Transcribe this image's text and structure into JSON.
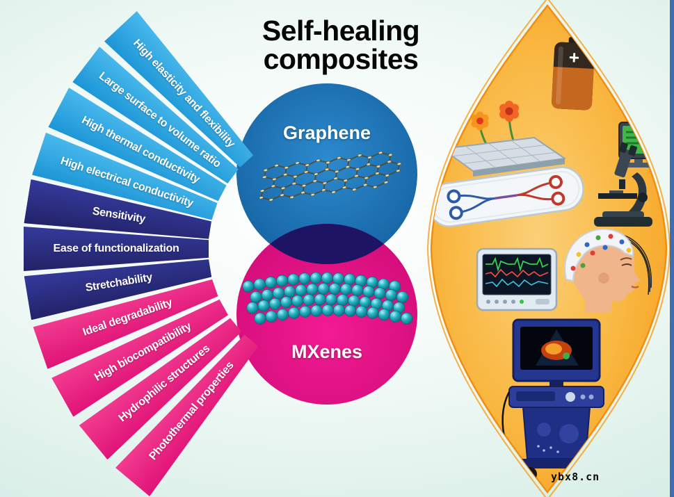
{
  "header": {
    "title_lines": [
      "Self-healing",
      "composites"
    ]
  },
  "fan": {
    "group_colors": {
      "blue": "#2ba7e1",
      "navy": "#2b2e8c",
      "pink": "#ea1d80"
    },
    "segments": [
      {
        "label": "High elasticity and flexibility",
        "group": "blue"
      },
      {
        "label": "Large surface to volume ratio",
        "group": "blue"
      },
      {
        "label": "High thermal conductivity",
        "group": "blue"
      },
      {
        "label": "High electrical conductivity",
        "group": "blue"
      },
      {
        "label": "Sensitivity",
        "group": "navy"
      },
      {
        "label": "Ease of functionalization",
        "group": "navy"
      },
      {
        "label": "Stretchability",
        "group": "navy"
      },
      {
        "label": "Ideal degradability",
        "group": "pink"
      },
      {
        "label": "High biocompatibility",
        "group": "pink"
      },
      {
        "label": "Hydrophilic structures",
        "group": "pink"
      },
      {
        "label": "Photothermal properties",
        "group": "pink"
      }
    ]
  },
  "venn": {
    "top_label": "Graphene",
    "bottom_label": "MXenes",
    "top_color": "#1b75bc",
    "bottom_color": "#ec0f8a",
    "overlap_color": "#1d1563"
  },
  "applications": {
    "panel_color": "#f9b942",
    "icons": [
      {
        "name": "battery-icon"
      },
      {
        "name": "gas-sensor-platform-icon"
      },
      {
        "name": "monitor-icon"
      },
      {
        "name": "microscope-icon"
      },
      {
        "name": "microfluidic-chip-icon"
      },
      {
        "name": "patient-monitor-icon"
      },
      {
        "name": "eeg-head-icon"
      },
      {
        "name": "ultrasound-machine-icon"
      }
    ]
  },
  "watermark": "ybx8.cn"
}
